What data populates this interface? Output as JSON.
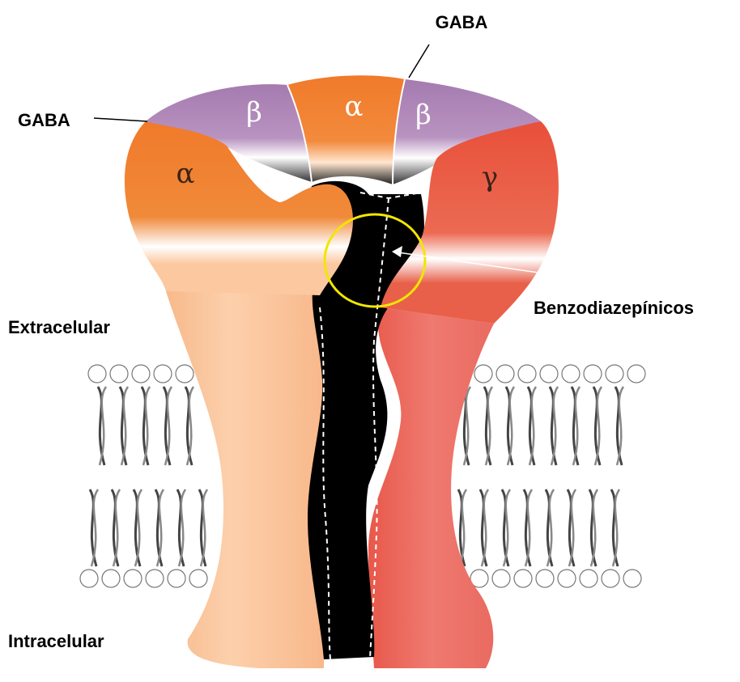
{
  "labels": {
    "gaba_top": "GABA",
    "gaba_left": "GABA",
    "benzodiazepines": "Benzodiazepínicos",
    "extracellular": "Extracelular",
    "intracellular": "Intracelular"
  },
  "subunits": {
    "alpha_left": "α",
    "beta_left": "β",
    "alpha_center": "α",
    "beta_right": "β",
    "gamma": "γ"
  },
  "colors": {
    "alpha_orange": "#f07a2a",
    "beta_purple": "#a57bb0",
    "gamma_red": "#e85a40",
    "alpha_stalk": "#fbc8a0",
    "gamma_stalk": "#ef7a70",
    "pore": "#000000",
    "highlight_circle": "#f2e600",
    "membrane": "#444444"
  }
}
